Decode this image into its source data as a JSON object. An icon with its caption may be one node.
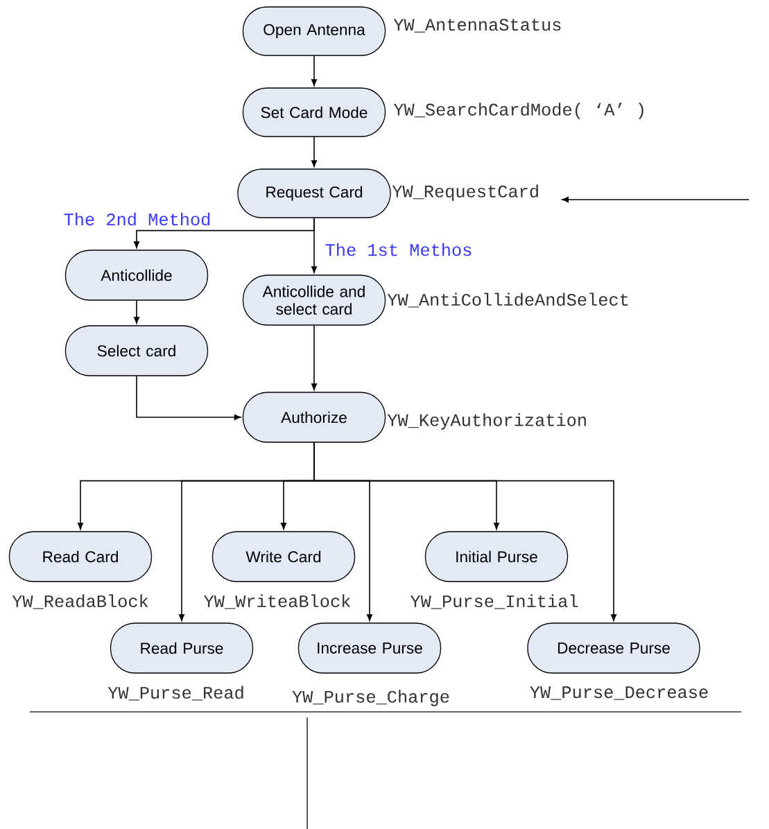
{
  "diagram": {
    "nodes": [
      {
        "text": [
          "Open Antenna"
        ],
        "beside": [
          "YW_AntennaStatus"
        ]
      },
      {
        "text": [
          "Set Card Mode"
        ],
        "beside": [
          "YW_SearchCardMode( ‘A’ )"
        ]
      },
      {
        "text": [
          "Request Card"
        ],
        "beside": [
          "YW_RequestCard"
        ]
      },
      {
        "text": [
          "Anticollide"
        ]
      },
      {
        "text": [
          "Anticollide and select card"
        ],
        "beside": [
          "YW_AntiCollideAndSelect"
        ]
      },
      {
        "text": [
          "Select card"
        ]
      },
      {
        "text": [
          "Authorize"
        ],
        "beside": [
          "YW_KeyAuthorization"
        ]
      },
      {
        "text": [
          "Read Card"
        ],
        "beside": [
          "YW_ReadaBlock"
        ]
      },
      {
        "text": [
          "Write Card"
        ],
        "beside": [
          "YW_WriteaBlock"
        ]
      },
      {
        "text": [
          "Initial Purse"
        ],
        "beside": [
          "YW_Purse_Initial"
        ]
      },
      {
        "text": [
          "Read Purse"
        ],
        "beside": [
          "YW_Purse_Read"
        ]
      },
      {
        "text": [
          "Increase Purse"
        ],
        "beside": [
          "YW_Purse_Charge"
        ]
      },
      {
        "text": [
          "Decrease Purse"
        ],
        "beside": [
          "YW_Purse_Decrease"
        ]
      }
    ],
    "edges": [
      {
        "from": 0,
        "to": 1,
        "arrow": "to"
      },
      {
        "from": 1,
        "to": 2,
        "arrow": "to"
      },
      {
        "from": null,
        "to": 2,
        "arrow": "to"
      },
      {
        "from": 2,
        "to": 3,
        "arrow": "to",
        "label": "The 2nd Method"
      },
      {
        "from": 2,
        "to": 4,
        "arrow": "to",
        "label": "The 1st Methos"
      },
      {
        "from": 3,
        "to": 5,
        "arrow": "to"
      },
      {
        "from": 5,
        "to": 6,
        "arrow": "to"
      },
      {
        "from": 4,
        "to": 6,
        "arrow": "to"
      },
      {
        "from": 6,
        "to": 7,
        "arrow": "to"
      },
      {
        "from": 6,
        "to": 10,
        "arrow": "to"
      },
      {
        "from": 6,
        "to": 8,
        "arrow": "to"
      },
      {
        "from": 6,
        "to": 11,
        "arrow": "to"
      },
      {
        "from": 6,
        "to": 9,
        "arrow": "to"
      },
      {
        "from": 6,
        "to": 12,
        "arrow": "to"
      }
    ]
  }
}
